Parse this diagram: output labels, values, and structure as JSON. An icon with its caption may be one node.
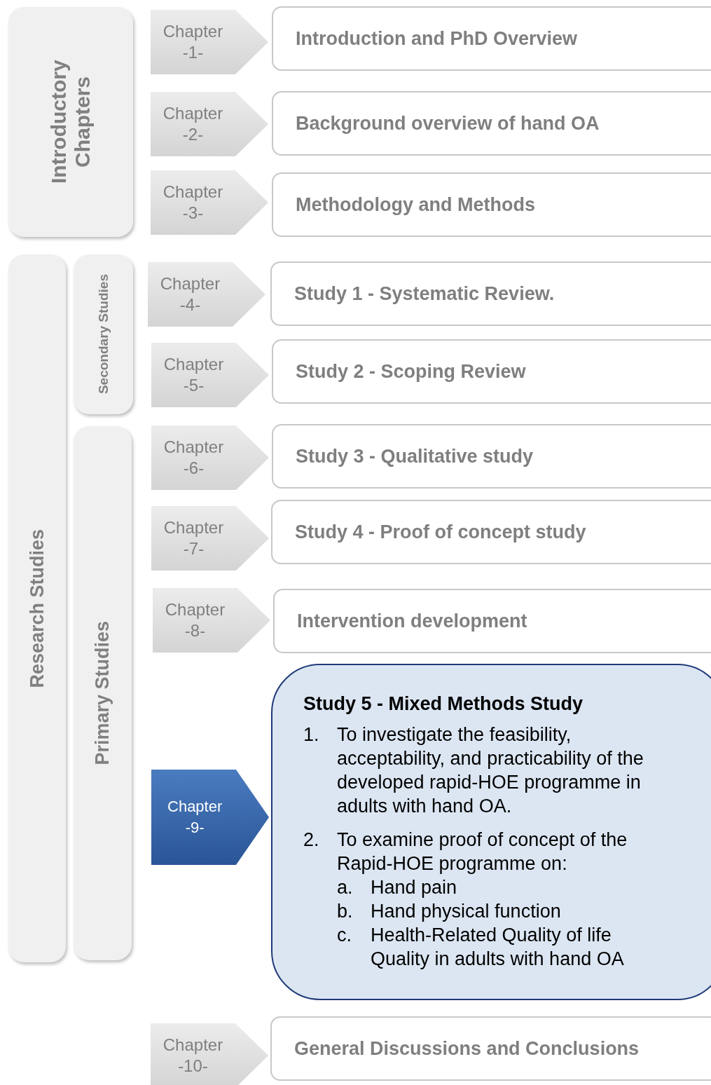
{
  "diagram": {
    "nodes": [
      {
        "text": [
          "Introductory Chapters"
        ]
      },
      {
        "text": [
          "Research Studies"
        ]
      },
      {
        "text": [
          "Secondary Studies"
        ]
      },
      {
        "text": [
          "Primary Studies"
        ]
      },
      {
        "text": [
          "Chapter -1-"
        ]
      },
      {
        "text": [
          "Introduction and PhD Overview"
        ]
      },
      {
        "text": [
          "Chapter -2-"
        ]
      },
      {
        "text": [
          "Background overview of hand OA"
        ]
      },
      {
        "text": [
          "Chapter -3-"
        ]
      },
      {
        "text": [
          "Methodology and Methods"
        ]
      },
      {
        "text": [
          "Chapter -4-"
        ]
      },
      {
        "text": [
          "Study 1 - Systematic Review."
        ]
      },
      {
        "text": [
          "Chapter -5-"
        ]
      },
      {
        "text": [
          "Study 2 - Scoping Review"
        ]
      },
      {
        "text": [
          "Chapter -6-"
        ]
      },
      {
        "text": [
          "Study 3 - Qualitative study"
        ]
      },
      {
        "text": [
          "Chapter -7-"
        ]
      },
      {
        "text": [
          "Study 4 - Proof of concept study"
        ]
      },
      {
        "text": [
          "Chapter -8-"
        ]
      },
      {
        "text": [
          "Intervention development"
        ]
      },
      {
        "text": [
          "Chapter -9-"
        ]
      },
      {
        "text": [
          "Study 5 - Mixed Methods Study",
          "1. To investigate the feasibility, acceptability, and practicability of the developed rapid-HOE programme in adults with hand OA.",
          "2. To examine proof of concept of the Rapid-HOE programme on:",
          "a. Hand pain",
          "b. Hand physical function",
          "c. Health-Related Quality of life Quality in adults with hand OA"
        ]
      },
      {
        "text": [
          "Chapter -10-"
        ]
      },
      {
        "text": [
          "General Discussions and Conclusions"
        ]
      }
    ]
  }
}
